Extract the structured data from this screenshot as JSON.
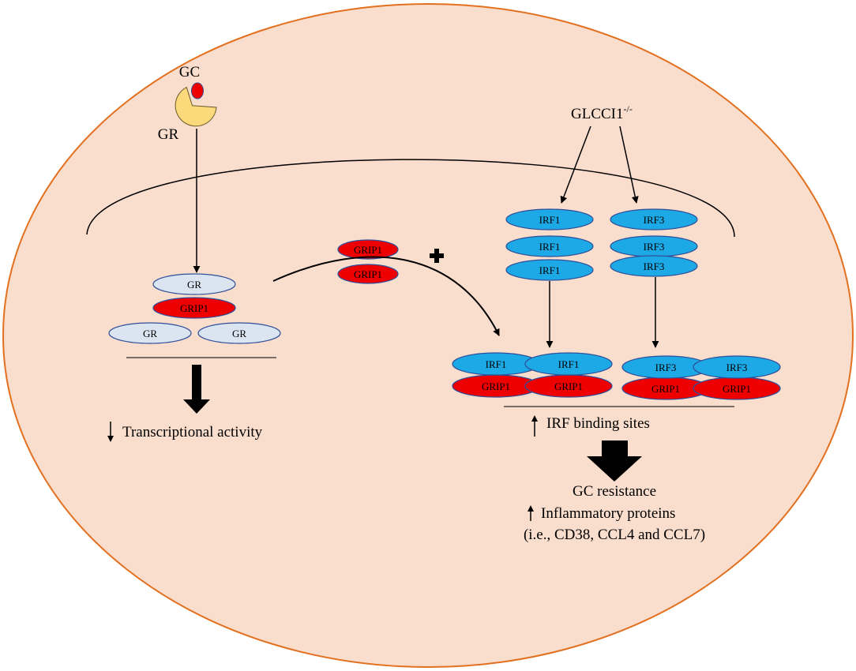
{
  "colors": {
    "cell_fill": "#f9ddcd",
    "cell_stroke": "#e2701f",
    "gr_light": "#dbe4f1",
    "grip_red": "#ee0000",
    "irf_blue": "#1ca9e6",
    "outline_blue": "#2f4f99",
    "receptor_yellow": "#fcd97a"
  },
  "icons": {
    "plus": "plus-icon",
    "arrow_up": "arrow-up-icon",
    "arrow_down": "arrow-down-icon"
  },
  "labels": {
    "gc": "GC",
    "gr_receptor": "GR",
    "glcci1_base": "GLCCI1",
    "glcci1_sup": "-/-",
    "gr": "GR",
    "grip1": "GRIP1",
    "irf1": "IRF1",
    "irf3": "IRF3",
    "transcriptional_activity": "Transcriptional activity",
    "irf_binding_sites": "IRF binding sites",
    "gc_resistance": "GC resistance",
    "inflammatory_proteins": "Inflammatory proteins",
    "examples": "(i.e., CD38, CCL4 and CCL7)"
  }
}
